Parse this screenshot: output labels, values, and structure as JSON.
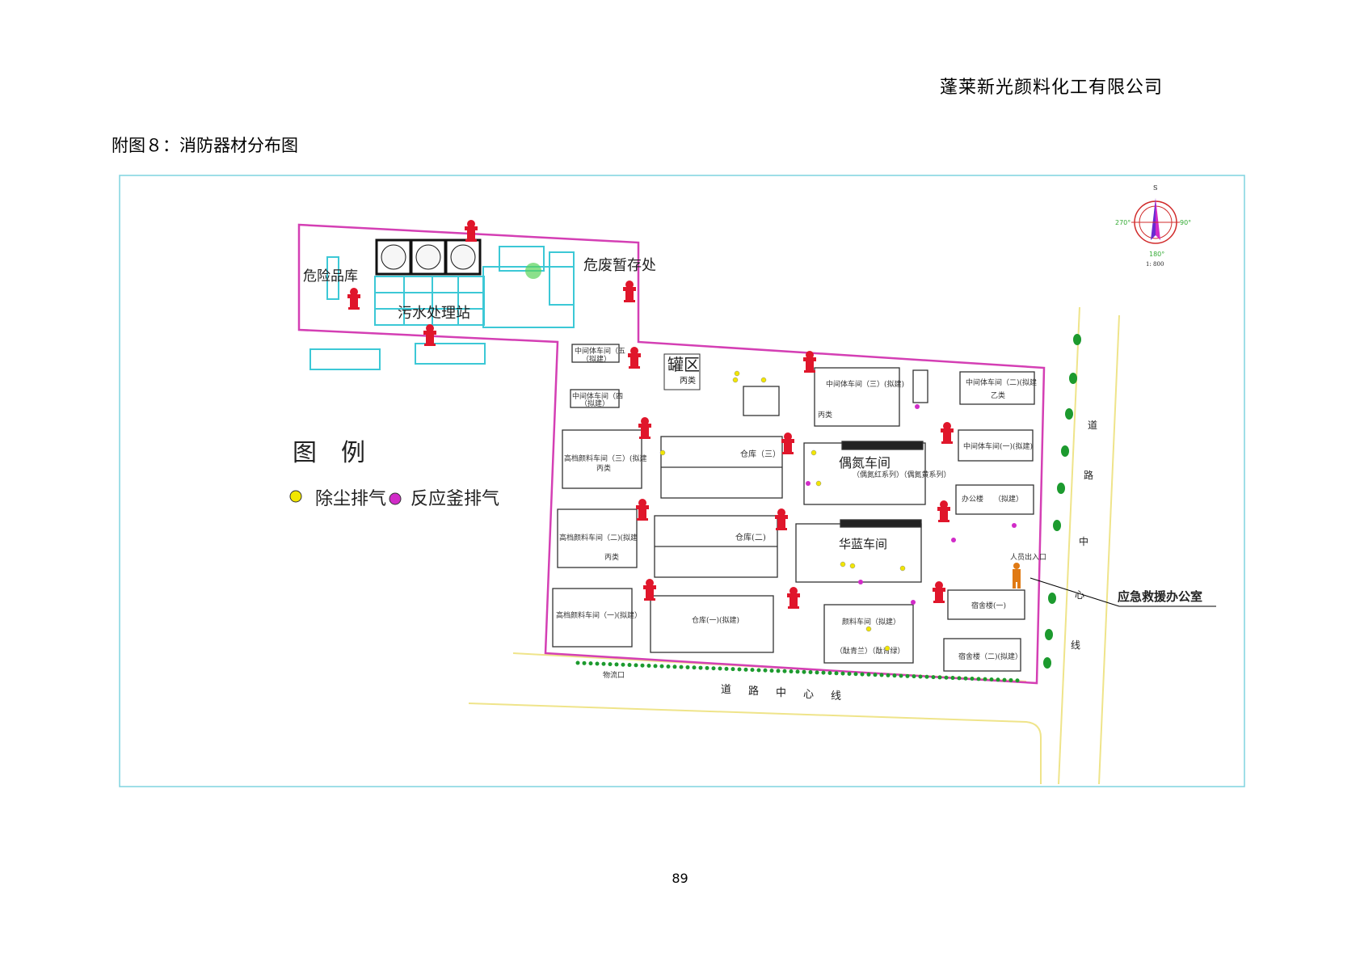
{
  "header": {
    "company": "蓬莱新光颜料化工有限公司"
  },
  "figure_title": "附图８：消防器材分布图",
  "page_number": "89",
  "colors": {
    "boundary": "#d43fb4",
    "outer_frame": "#7fd3df",
    "cyan_struct": "#3cc8d6",
    "road_line": "#efe48a",
    "hydrant": "#e0162b",
    "dust_exhaust": "#f2e600",
    "reactor_exhaust": "#d12bc8",
    "tree": "#1c9a2e",
    "building_stroke": "#333333"
  },
  "legend": {
    "title": "图　例",
    "items": [
      {
        "label": "除尘排气",
        "symbol": "yellow-circle"
      },
      {
        "label": "反应釜排气",
        "symbol": "magenta-circle"
      }
    ]
  },
  "compass": {
    "north": "S",
    "east": "90°",
    "west": "270°",
    "south": "180°",
    "scale": "1: 800"
  },
  "callout": "应急救援办公室",
  "areas": {
    "hazardous_store": "危险品库",
    "sewage_station": "污水处理站",
    "hazwaste_store": "危废暂存处",
    "tank_area": "罐区",
    "tank_area_sub": "丙类"
  },
  "buildings": [
    {
      "id": "mid-4",
      "label": "中间体车间（五",
      "sub": "（拟建）"
    },
    {
      "id": "mid-5",
      "label": "中间体车间（四",
      "sub": "（拟建）"
    },
    {
      "id": "mid-3",
      "label": "中间体车间（三）(拟建)",
      "sub": "丙类"
    },
    {
      "id": "mid-2",
      "label": "中间体车间（二)(拟建",
      "sub": "乙类"
    },
    {
      "id": "mid-1",
      "label": "中间体车间(一)(拟建)",
      "sub": ""
    },
    {
      "id": "office",
      "label": "办公楼",
      "sub": "（拟建）"
    },
    {
      "id": "pigment-3",
      "label": "高档颜料车间（三）(拟建",
      "sub": "丙类"
    },
    {
      "id": "warehouse-3",
      "label": "仓库（三）",
      "sub": ""
    },
    {
      "id": "azo",
      "label": "偶氮车间",
      "sub": "（偶氮红系列）（偶氮黄系列）"
    },
    {
      "id": "pigment-2",
      "label": "高档颜料车间（二)(拟建",
      "sub": "丙类"
    },
    {
      "id": "warehouse-2",
      "label": "仓库(二)",
      "sub": ""
    },
    {
      "id": "huaqing",
      "label": "华蓝车间",
      "sub": ""
    },
    {
      "id": "pigment-1",
      "label": "高档颜料车间（一)(拟建）",
      "sub": ""
    },
    {
      "id": "warehouse-1",
      "label": "仓库(一)(拟建)",
      "sub": ""
    },
    {
      "id": "dye",
      "label": "颜料车间（拟建）",
      "sub": "（酞青兰）（酞青绿）"
    },
    {
      "id": "dorm-1",
      "label": "宿舍楼(一)",
      "sub": ""
    },
    {
      "id": "dorm-2",
      "label": "宿舍楼（二)(拟建）",
      "sub": ""
    }
  ],
  "gates": {
    "logistics": "物流口",
    "personnel": "人员出入口"
  },
  "roads": {
    "bottom_chars": [
      "道",
      "路",
      "中",
      "心",
      "线"
    ],
    "right_chars": [
      "道",
      "路",
      "中",
      "心",
      "线"
    ]
  },
  "icons": [
    "fire-hydrant-icon",
    "compass-rose-icon",
    "worker-icon"
  ]
}
